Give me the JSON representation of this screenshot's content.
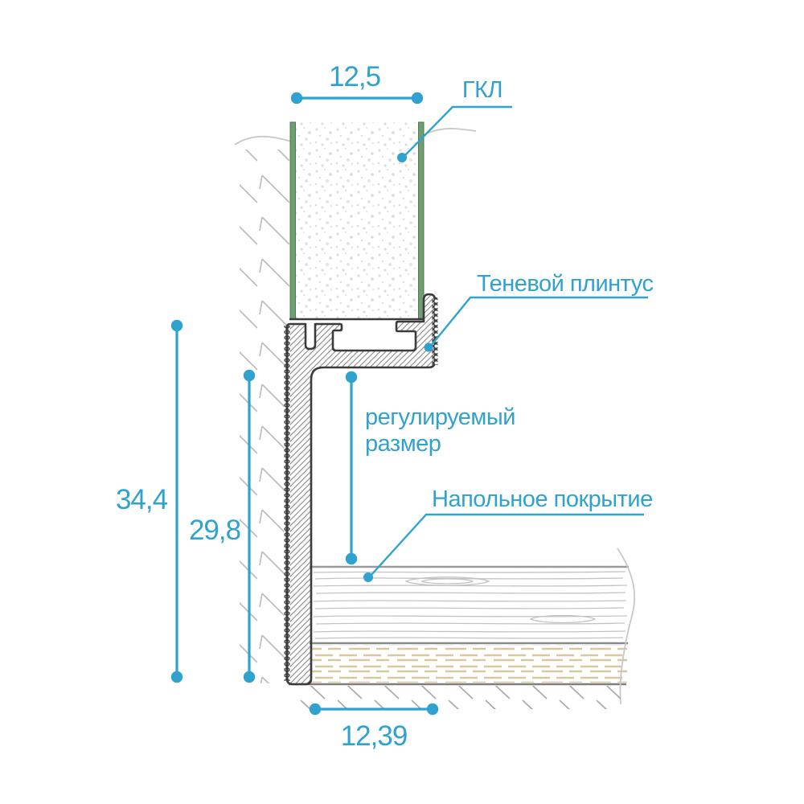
{
  "labels": {
    "drywall": "ГКЛ",
    "plinth": "Теневой плинтус",
    "adjustable_1": "регулируемый",
    "adjustable_2": "размер",
    "floor": "Напольное покрытие"
  },
  "dimensions": {
    "drywall_thickness": "12,5",
    "overall_height": "34,4",
    "leg_height": "29,8",
    "bottom_width": "12,39"
  },
  "colors": {
    "accent_teal": "#2fa2d0",
    "outline_dark": "#3b3b3b",
    "drywall_edge_green": "#6f9e75",
    "hatch_gray": "#bdbdbd",
    "underlayment_tan": "#d9c7a0"
  },
  "icons": {
    "dimension_endpoint": "filled-circle",
    "leader_endpoint": "filled-circle"
  }
}
